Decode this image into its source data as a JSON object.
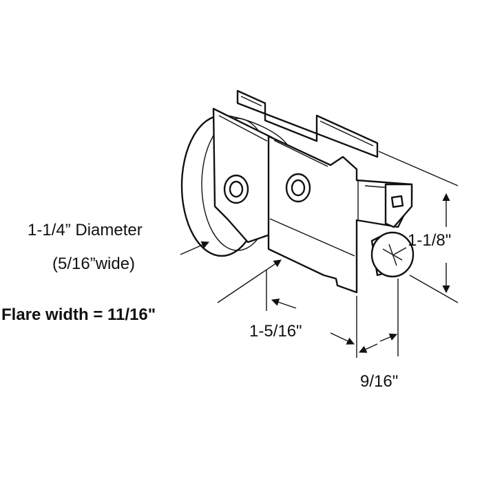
{
  "labels": {
    "diameter": "1-1/4” Diameter",
    "wheel_width": "(5/16”wide)",
    "flare_width": "Flare width = 11/16\"",
    "height": "1-1/8\"",
    "length": "1-5/16\"",
    "bracket_width": "9/16\""
  },
  "colors": {
    "line": "#111111",
    "background": "#ffffff"
  }
}
